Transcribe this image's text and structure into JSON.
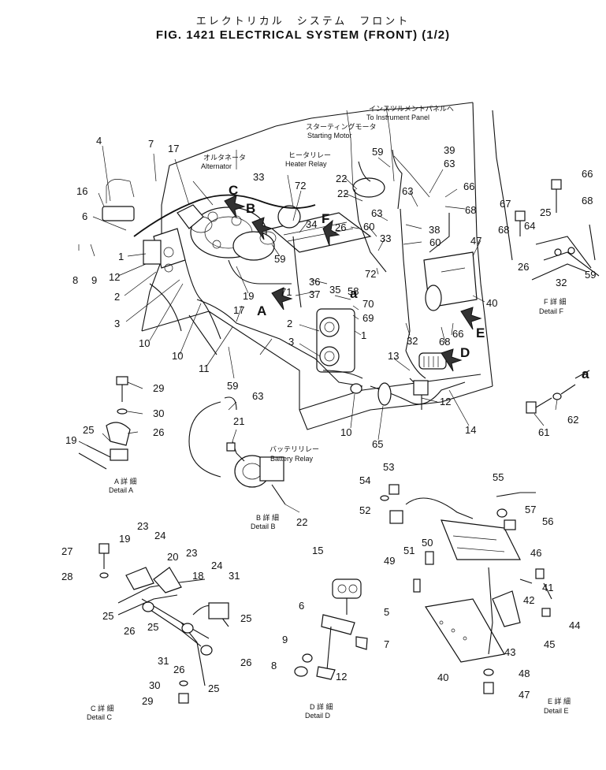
{
  "title": {
    "jp": "エレクトリカル　システム　フロント",
    "en": "FIG. 1421  ELECTRICAL SYSTEM (FRONT) (1/2)"
  },
  "annotations": {
    "instrument_jp": "インスツルメントパネルへ",
    "instrument_en": "To Instrument Panel",
    "starting_jp": "スターティングモータ",
    "starting_en": "Starting Motor",
    "alternator_jp": "オルタネータ",
    "alternator_en": "Alternator",
    "heater_jp": "ヒータリレー",
    "heater_en": "Heater Relay",
    "battery_jp": "バッテリリレー",
    "battery_en": "Battery Relay"
  },
  "arrows": {
    "A": "A",
    "B": "B",
    "C": "C",
    "D": "D",
    "E": "E",
    "F": "F",
    "a1": "a",
    "a2": "a"
  },
  "details": {
    "A_jp": "A 詳 細",
    "A_en": "Detail A",
    "B_jp": "B 詳 細",
    "B_en": "Detail B",
    "C_jp": "C 詳 細",
    "C_en": "Detail C",
    "D_jp": "D 詳 細",
    "D_en": "Detail D",
    "E_jp": "E 詳 細",
    "E_en": "Detail E",
    "F_jp": "F 詳 細",
    "F_en": "Detail F"
  },
  "callouts": {
    "c4": "4",
    "c7": "7",
    "c17a": "17",
    "c16": "16",
    "c6": "6",
    "c1a": "1",
    "c8": "8",
    "c9": "9",
    "c12a": "12",
    "c2a": "2",
    "c3a": "3",
    "c10a": "10",
    "c10b": "10",
    "c11": "11",
    "c17b": "17",
    "c19a": "19",
    "c59a": "59",
    "c33a": "33",
    "c72a": "72",
    "c34": "34",
    "c59b": "59",
    "c71": "71",
    "c36": "36",
    "c37": "37",
    "c35": "35",
    "c58": "58",
    "c70": "70",
    "c69": "69",
    "c2b": "2",
    "c1b": "1",
    "c3b": "3",
    "c22a": "22",
    "c22b": "22",
    "c59c": "59",
    "c26a": "26",
    "c63a": "63",
    "c60a": "60",
    "c33b": "33",
    "c72b": "72",
    "c38": "38",
    "c60b": "60",
    "c39": "39",
    "c63b": "63",
    "c63c": "63",
    "c66a": "66",
    "c68a": "68",
    "c32a": "32",
    "c47a": "47",
    "c40a": "40",
    "c68b": "68",
    "c66b": "66",
    "c13": "13",
    "c12b": "12",
    "c14": "14",
    "c10c": "10",
    "c65": "65",
    "c66c": "66",
    "c68c": "68",
    "c67": "67",
    "c25a": "25",
    "c68d": "68",
    "c64": "64",
    "c26b": "26",
    "c59d": "59",
    "c32b": "32",
    "c29a": "29",
    "c30a": "30",
    "c25b": "25",
    "c26c": "26",
    "c19b": "19",
    "c63d": "63",
    "c21": "21",
    "c22c": "22",
    "c61": "61",
    "c62": "62",
    "c53": "53",
    "c54": "54",
    "c52": "52",
    "c55": "55",
    "c57": "57",
    "c56": "56",
    "c50": "50",
    "c51": "51",
    "c49": "49",
    "c46": "46",
    "c41": "41",
    "c42": "42",
    "c44": "44",
    "c45": "45",
    "c43": "43",
    "c40b": "40",
    "c48": "48",
    "c47b": "47",
    "c15": "15",
    "c6b": "6",
    "c5": "5",
    "c7b": "7",
    "c9b": "9",
    "c8b": "8",
    "c12c": "12",
    "c27": "27",
    "c28": "28",
    "c19c": "19",
    "c23a": "23",
    "c24a": "24",
    "c20": "20",
    "c23b": "23",
    "c18": "18",
    "c24b": "24",
    "c31a": "31",
    "c25c": "25",
    "c26d": "26",
    "c25d": "25",
    "c25e": "25",
    "c31b": "31",
    "c26e": "26",
    "c26f": "26",
    "c25f": "25",
    "c30b": "30",
    "c29b": "29"
  }
}
